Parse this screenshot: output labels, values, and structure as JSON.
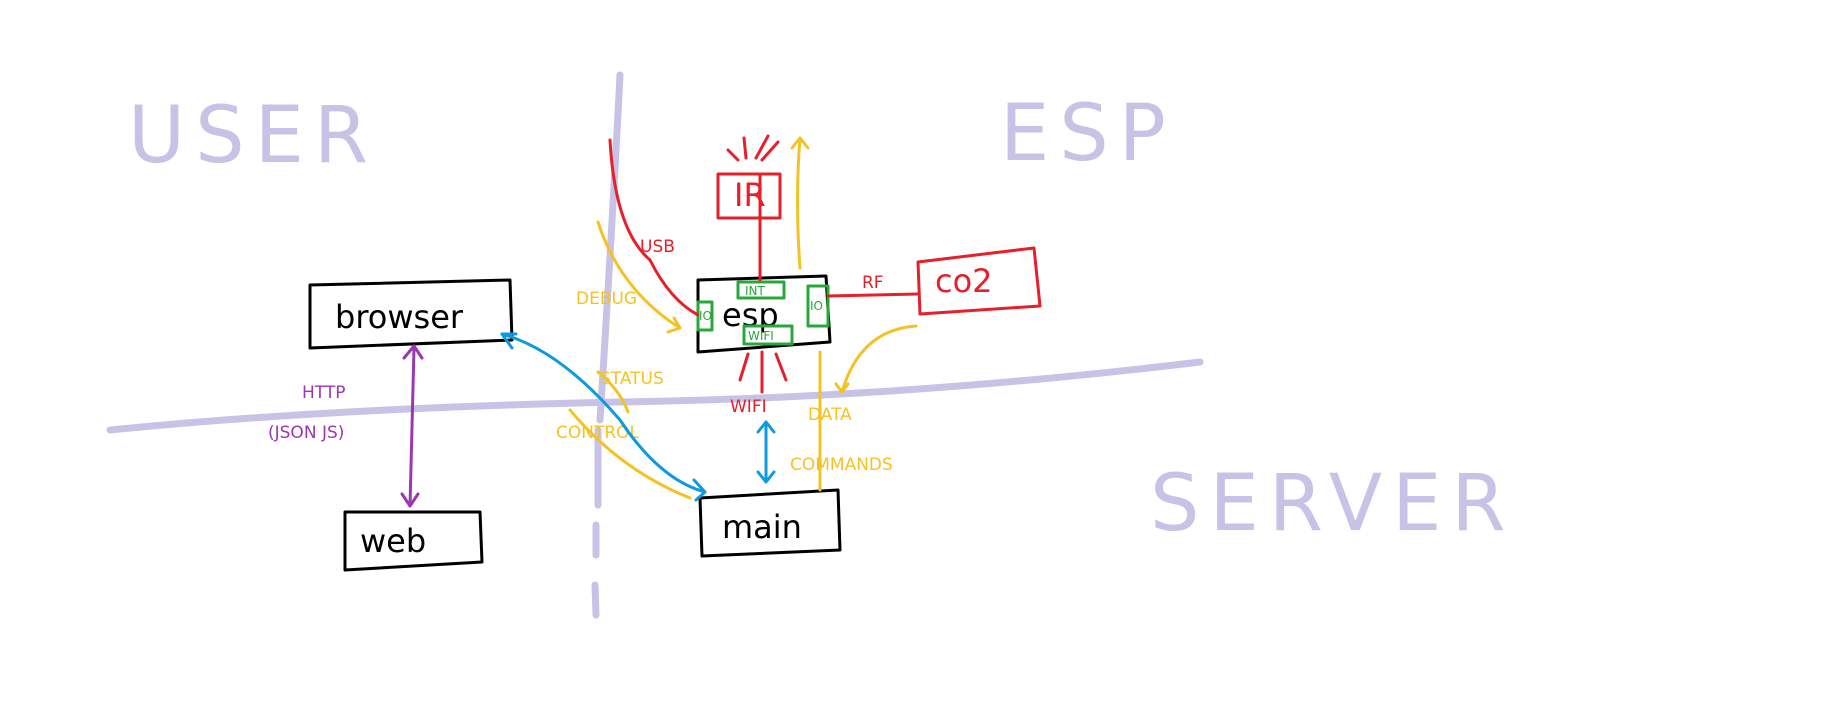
{
  "regions": {
    "user": "USER",
    "esp": "ESP",
    "server": "SERVER"
  },
  "nodes": {
    "browser": "browser",
    "web": "web",
    "esp": "esp",
    "ir": "IR",
    "co2": "co2",
    "main": "main"
  },
  "labels": {
    "usb": "USB",
    "rf": "RF",
    "debug": "DEBUG",
    "status": "STATUS",
    "wifi": "WIFI",
    "data": "DATA",
    "commands": "COMMANDS",
    "control": "CONTROL",
    "http": "HTTP",
    "http_sub": "(JSON JS)",
    "esp_mod_top": "INT",
    "esp_mod_bottom": "WIFI",
    "esp_mod_left": "IO",
    "esp_mod_right": "IO"
  },
  "colors": {
    "region": "#c8c3e6",
    "hardware": "#e5202a",
    "data_flow": "#f4c224",
    "network": "#0e9ae0",
    "http": "#9b38b0",
    "modules": "#28a83a"
  }
}
